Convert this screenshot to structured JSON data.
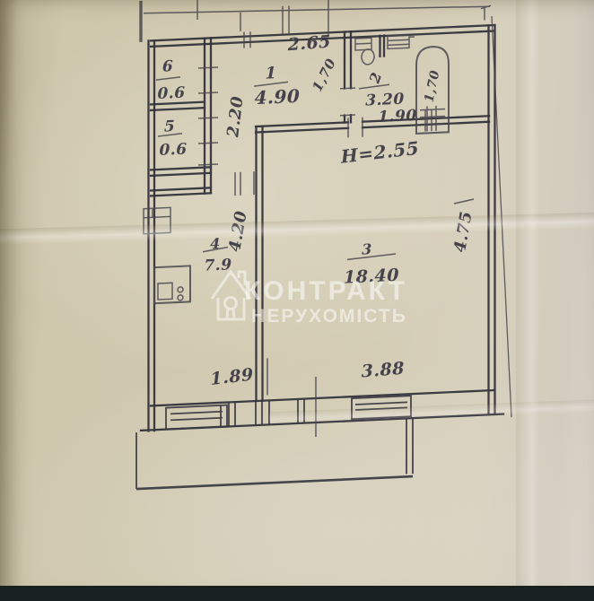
{
  "plan": {
    "rooms": {
      "room1": {
        "number": "1",
        "area": "4.90"
      },
      "room2": {
        "number": "2",
        "area": "3.20",
        "extra": "1.90"
      },
      "room3": {
        "number": "3",
        "area": "18.40"
      },
      "room4": {
        "number": "4",
        "area": "7.9"
      },
      "room5": {
        "number": "5",
        "area": "0.6"
      },
      "room6": {
        "number": "6",
        "area": "0.6"
      }
    },
    "dimensions": {
      "top_width": "2.65",
      "hall_door": "1,70",
      "corridor_width": "2.20",
      "kitchen_depth": "4.20",
      "room3_depth": "4.75",
      "bathtub_length": "1,70",
      "ceiling_height": "Н=2.55",
      "balcony_left": "1.89",
      "balcony_right": "3.88"
    }
  },
  "watermark": {
    "line1": "КОНТРАКТ",
    "line2": "НЕРУХОМІСТЬ"
  },
  "colors": {
    "ink": "#34333c",
    "paper": "#cfc7ae",
    "footer_bar": "#172220",
    "watermark": "#ffffff"
  }
}
